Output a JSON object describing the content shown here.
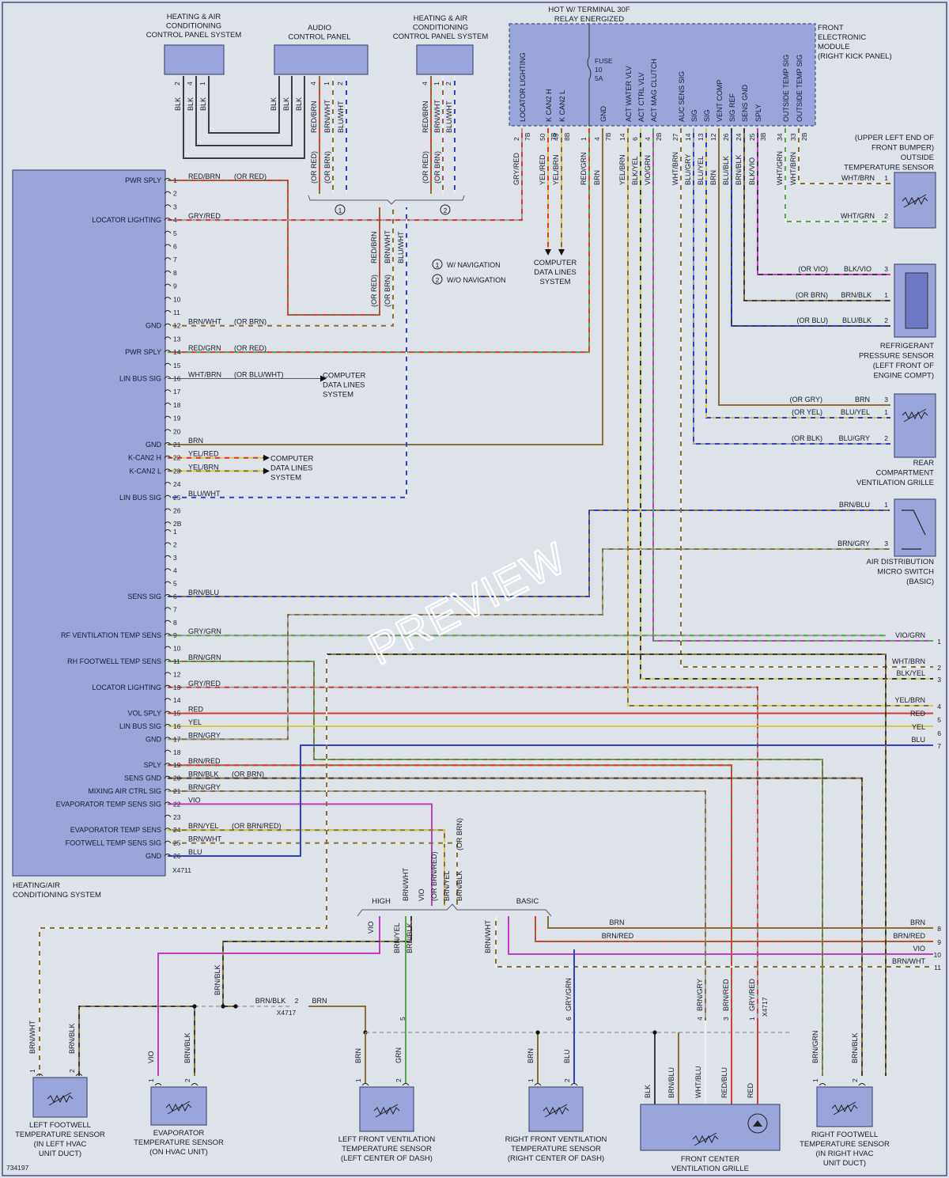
{
  "colors": {
    "RED": "#d8393a",
    "YEL": "#d6c84a",
    "BLU": "#2f3fd4",
    "BRN": "#8a6e36",
    "GRY": "#9d9d9d",
    "VIO": "#c03cc8",
    "GRN": "#5da54a",
    "BLK": "#3c3c3c",
    "WHT": "#efefef",
    "box": "#9aa5dc",
    "bg": "#dde3e9"
  },
  "top_modules": {
    "hvac_cp1": [
      "HEATING & AIR",
      "CONDITIONING",
      "CONTROL PANEL SYSTEM"
    ],
    "audio_cp": [
      "AUDIO",
      "CONTROL PANEL"
    ],
    "hvac_cp2": [
      "HEATING & AIR",
      "CONDITIONING",
      "CONTROL PANEL SYSTEM"
    ]
  },
  "relay_title": [
    "HOT W/ TERMINAL 30F",
    "RELAY ENERGIZED"
  ],
  "front_module": [
    "FRONT",
    "ELECTRONIC",
    "MODULE",
    "(RIGHT KICK PANEL)"
  ],
  "fuse": [
    "FUSE",
    "10",
    "5A"
  ],
  "fem_pins": [
    {
      "label": "LOCATOR LIGHTING",
      "pin": "2",
      "conn": "7B",
      "wire": "GRY/RED"
    },
    {
      "label": "K CAN2 H",
      "pin": "50",
      "conn": "7B",
      "wire": "YEL/RED"
    },
    {
      "label": "K CAN2 L",
      "pin": "49",
      "conn": "8B",
      "wire": "YEL/BRN"
    },
    {
      "label": "",
      "pin": "1",
      "conn": "",
      "wire": "RED/GRN"
    },
    {
      "label": "GND",
      "pin": "4",
      "conn": "7B",
      "wire": "BRN"
    },
    {
      "label": "ACT WATER VLV",
      "pin": "14",
      "conn": "",
      "wire": "YEL/BRN"
    },
    {
      "label": "ACT CTRL VLV",
      "pin": "6",
      "conn": "",
      "wire": "BLK/YEL"
    },
    {
      "label": "ACT MAG CLUTCH",
      "pin": "4",
      "conn": "2B",
      "wire": "VIO/GRN"
    },
    {
      "label": "AUC SENS SIG",
      "pin": "27",
      "conn": "",
      "wire": "WHT/BRN"
    },
    {
      "label": "SIG",
      "pin": "14",
      "conn": "",
      "wire": "BLU/GRY"
    },
    {
      "label": "SIG",
      "pin": "13",
      "conn": "",
      "wire": "BLU/YEL"
    },
    {
      "label": "VENT COMP",
      "pin": "12",
      "conn": "",
      "wire": "BRN"
    },
    {
      "label": "SIG REF",
      "pin": "26",
      "conn": "",
      "wire": "BLU/BLK"
    },
    {
      "label": "SENS GND",
      "pin": "24",
      "conn": "",
      "wire": "BRN/BLK"
    },
    {
      "label": "SPLY",
      "pin": "25",
      "conn": "3B",
      "wire": "BLK/VIO"
    },
    {
      "label": "OUTSIDE TEMP SIG",
      "pin": "34",
      "conn": "",
      "wire": "WHT/GRN"
    },
    {
      "label": "OUTSIDE TEMP SIG",
      "pin": "33",
      "conn": "2B",
      "wire": "WHT/BRN"
    }
  ],
  "fem_alt": [
    "(OR RED)",
    "(OR BLU)",
    "(OR YEL)",
    "(OR GRY)",
    "(OR BLU)",
    "(OR BRN)",
    "(OR VIO)"
  ],
  "computer_data": [
    "COMPUTER",
    "DATA LINES",
    "SYSTEM"
  ],
  "notes": [
    {
      "num": "1",
      "text": "W/ NAVIGATION"
    },
    {
      "num": "2",
      "text": "W/O NAVIGATION"
    }
  ],
  "cp_wires": {
    "hvac1": [
      {
        "pin": "2",
        "wire": "BLK"
      },
      {
        "pin": "4",
        "wire": "BLK"
      },
      {
        "pin": "1",
        "wire": "BLK"
      }
    ],
    "audio": [
      {
        "pin": "",
        "wire": "BLK"
      },
      {
        "pin": "",
        "wire": "BLK"
      },
      {
        "pin": "",
        "wire": "BLK"
      },
      {
        "pin": "4",
        "wire": "RED/BRN",
        "alt": "(OR RED)"
      },
      {
        "pin": "1",
        "wire": "BRN/WHT",
        "alt": "(OR BRN)"
      },
      {
        "pin": "2",
        "wire": "BLU/WHT",
        "alt": ""
      }
    ],
    "hvac2": [
      {
        "pin": "4",
        "wire": "RED/BRN",
        "alt": "(OR RED)"
      },
      {
        "pin": "1",
        "wire": "BRN/WHT",
        "alt": "(OR BRN)"
      },
      {
        "pin": "2",
        "wire": "BLU/WHT",
        "alt": ""
      }
    ],
    "merged": [
      {
        "wire": "RED/BRN",
        "alt": "(OR RED)"
      },
      {
        "wire": "BRN/WHT",
        "alt": "(OR BRN)"
      },
      {
        "wire": "BLU/WHT",
        "alt": ""
      }
    ]
  },
  "hvac_system": {
    "title": [
      "HEATING/AIR",
      "CONDITIONING SYSTEM"
    ],
    "connector": "X4711",
    "pins_a": [
      {
        "pin": "1",
        "label": "PWR SPLY",
        "wire": "RED/BRN",
        "alt": "(OR RED)"
      },
      {
        "pin": "2"
      },
      {
        "pin": "3"
      },
      {
        "pin": "4",
        "label": "LOCATOR LIGHTING",
        "wire": "GRY/RED"
      },
      {
        "pin": "5"
      },
      {
        "pin": "6"
      },
      {
        "pin": "7"
      },
      {
        "pin": "8"
      },
      {
        "pin": "9"
      },
      {
        "pin": "10"
      },
      {
        "pin": "11"
      },
      {
        "pin": "12",
        "label": "GND",
        "wire": "BRN/WHT",
        "alt": "(OR BRN)"
      },
      {
        "pin": "13"
      },
      {
        "pin": "14",
        "label": "PWR SPLY",
        "wire": "RED/GRN",
        "alt": "(OR RED)"
      },
      {
        "pin": "15"
      },
      {
        "pin": "16",
        "label": "LIN BUS SIG",
        "wire": "WHT/BRN",
        "alt": "(OR BLU/WHT)"
      },
      {
        "pin": "17"
      },
      {
        "pin": "18"
      },
      {
        "pin": "19"
      },
      {
        "pin": "20"
      },
      {
        "pin": "21",
        "label": "GND",
        "wire": "BRN"
      },
      {
        "pin": "22",
        "label": "K-CAN2 H",
        "wire": "YEL/RED"
      },
      {
        "pin": "23",
        "label": "K-CAN2 L",
        "wire": "YEL/BRN"
      },
      {
        "pin": "24"
      },
      {
        "pin": "25",
        "label": "LIN BUS SIG",
        "wire": "BLU/WHT"
      },
      {
        "pin": "26"
      },
      {
        "pin": "2B"
      }
    ],
    "pins_b": [
      {
        "pin": "1"
      },
      {
        "pin": "2"
      },
      {
        "pin": "3"
      },
      {
        "pin": "4"
      },
      {
        "pin": "5"
      },
      {
        "pin": "6",
        "label": "SENS SIG",
        "wire": "BRN/BLU"
      },
      {
        "pin": "7"
      },
      {
        "pin": "8"
      },
      {
        "pin": "9",
        "label": "RF VENTILATION TEMP SENS",
        "wire": "GRY/GRN"
      },
      {
        "pin": "10"
      },
      {
        "pin": "11",
        "label": "RH FOOTWELL TEMP SENS",
        "wire": "BRN/GRN"
      },
      {
        "pin": "12"
      },
      {
        "pin": "13",
        "label": "LOCATOR LIGHTING",
        "wire": "GRY/RED"
      },
      {
        "pin": "14"
      },
      {
        "pin": "15",
        "label": "VOL SPLY",
        "wire": "RED"
      },
      {
        "pin": "16",
        "label": "LIN BUS SIG",
        "wire": "YEL"
      },
      {
        "pin": "17",
        "label": "GND",
        "wire": "BRN/GRY"
      },
      {
        "pin": "18"
      },
      {
        "pin": "19",
        "label": "SPLY",
        "wire": "BRN/RED"
      },
      {
        "pin": "20",
        "label": "SENS GND",
        "wire": "BRN/BLK",
        "alt": "(OR BRN)"
      },
      {
        "pin": "21",
        "label": "MIXING AIR CTRL SIG",
        "wire": "BRN/GRY"
      },
      {
        "pin": "22",
        "label": "EVAPORATOR TEMP SENS SIG",
        "wire": "VIO"
      },
      {
        "pin": "23"
      },
      {
        "pin": "24",
        "label": "EVAPORATOR TEMP SENS",
        "wire": "BRN/YEL",
        "alt": "(OR BRN/RED)"
      },
      {
        "pin": "25",
        "label": "FOOTWELL TEMP SENS SIG",
        "wire": "BRN/WHT"
      },
      {
        "pin": "26",
        "label": "GND",
        "wire": "BLU"
      }
    ]
  },
  "right_components": {
    "outside_temp": {
      "title": [
        "(UPPER LEFT END OF",
        "FRONT BUMPER)",
        "OUTSIDE",
        "TEMPERATURE SENSOR"
      ],
      "pins": [
        {
          "pin": "1",
          "wire": "WHT/BRN"
        },
        {
          "pin": "2",
          "wire": "WHT/GRN"
        }
      ]
    },
    "refrigerant": {
      "title": [
        "REFRIGERANT",
        "PRESSURE SENSOR",
        "(LEFT FRONT OF",
        "ENGINE COMPT)"
      ],
      "pins": [
        {
          "pin": "3",
          "wire": "BLK/VIO",
          "alt": "(OR VIO)"
        },
        {
          "pin": "1",
          "wire": "BRN/BLK",
          "alt": "(OR BRN)"
        },
        {
          "pin": "2",
          "wire": "BLU/BLK",
          "alt": "(OR BLU)"
        }
      ]
    },
    "rear_vent": {
      "title": [
        "REAR",
        "COMPARTMENT",
        "VENTILATION GRILLE"
      ],
      "pins": [
        {
          "pin": "3",
          "wire": "BRN",
          "alt": "(OR GRY)"
        },
        {
          "pin": "1",
          "wire": "BLU/YEL",
          "alt": "(OR YEL)"
        },
        {
          "pin": "2",
          "wire": "BLU/GRY",
          "alt": "(OR BLK)"
        }
      ]
    },
    "air_dist": {
      "title": [
        "AIR DISTRIBUTION",
        "MICRO SWITCH",
        "(BASIC)"
      ],
      "pins": [
        {
          "pin": "1",
          "wire": "BRN/BLU"
        },
        {
          "pin": "3",
          "wire": "BRN/GRY"
        }
      ]
    }
  },
  "right_exits_a": [
    {
      "num": "1",
      "wire": "VIO/GRN"
    },
    {
      "num": "2",
      "wire": "WHT/BRN"
    },
    {
      "num": "3",
      "wire": "BLK/YEL"
    },
    {
      "num": "4",
      "wire": "YEL/BRN"
    },
    {
      "num": "5",
      "wire": "RED"
    },
    {
      "num": "6",
      "wire": "YEL"
    },
    {
      "num": "7",
      "wire": "BLU"
    }
  ],
  "right_exits_b": [
    {
      "num": "8",
      "wire": "BRN"
    },
    {
      "num": "9",
      "wire": "BRN/RED"
    },
    {
      "num": "10",
      "wire": "VIO"
    },
    {
      "num": "11",
      "wire": "BRN/WHT"
    }
  ],
  "high_basic": {
    "high": "HIGH",
    "basic": "BASIC",
    "high_wires": [
      "BRN/WHT",
      "VIO",
      "(OR BRN/RED)",
      "BRN/YEL",
      "BRN/BLK",
      "(OR BRN)"
    ],
    "low_high": [
      "VIO",
      "BRN/YEL",
      "BRN/BLK"
    ],
    "low_basic": [
      "BRN/WHT"
    ]
  },
  "splice": {
    "conn": "X4717",
    "pin": "2",
    "left": "BRN/BLK",
    "right": "BRN",
    "x4717b": "X4717"
  },
  "bottom_wires": {
    "brn_blk_drop": "BRN/BLK",
    "lf_pin5": {
      "pin": "5",
      "wire": ""
    },
    "rf_pin6": {
      "pin": "6",
      "wire": "GRY/GRN"
    },
    "fc_pins": [
      {
        "pin": "4",
        "wire": "BRN/GRY"
      },
      {
        "pin": "3",
        "wire": "BRN/RED"
      },
      {
        "pin": "1",
        "wire": "GRY/RED"
      }
    ]
  },
  "sensors": {
    "left_footwell": {
      "title": [
        "LEFT FOOTWELL",
        "TEMPERATURE SENSOR",
        "(IN LEFT HVAC",
        "UNIT DUCT)"
      ],
      "pins": [
        {
          "pin": "1",
          "wire": "BRN/WHT"
        },
        {
          "pin": "2",
          "wire": "BRN/BLK"
        }
      ]
    },
    "evaporator": {
      "title": [
        "EVAPORATOR",
        "TEMPERATURE SENSOR",
        "(ON HVAC UNIT)"
      ],
      "pins": [
        {
          "pin": "1",
          "wire": "VIO"
        },
        {
          "pin": "2",
          "wire": "BRN/BLK"
        }
      ]
    },
    "left_front_vent": {
      "title": [
        "LEFT FRONT VENTILATION",
        "TEMPERATURE SENSOR",
        "(LEFT CENTER OF DASH)"
      ],
      "pins": [
        {
          "pin": "1",
          "wire": "BRN"
        },
        {
          "pin": "2",
          "wire": "GRN"
        }
      ]
    },
    "right_front_vent": {
      "title": [
        "RIGHT FRONT VENTILATION",
        "TEMPERATURE SENSOR",
        "(RIGHT CENTER OF DASH)"
      ],
      "pins": [
        {
          "pin": "1",
          "wire": "BRN"
        },
        {
          "pin": "2",
          "wire": "BLU"
        }
      ]
    },
    "front_center": {
      "title": [
        "FRONT CENTER",
        "VENTILATION GRILLE"
      ],
      "wires": [
        "BLK",
        "BRN/BLU",
        "WHT/BLU",
        "RED/BLU",
        "RED"
      ]
    },
    "right_footwell": {
      "title": [
        "RIGHT FOOTWELL",
        "TEMPERATURE SENSOR",
        "(IN RIGHT HVAC",
        "UNIT DUCT)"
      ],
      "pins": [
        {
          "pin": "1",
          "wire": "BRN/GRN"
        },
        {
          "pin": "2",
          "wire": "BRN/BLK"
        }
      ]
    }
  },
  "diagram_code": "734197",
  "watermark": "PREVIEW"
}
